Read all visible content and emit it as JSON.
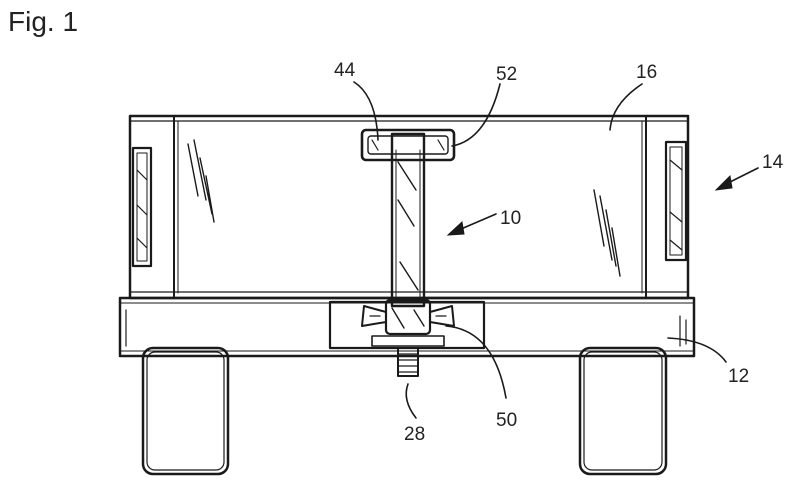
{
  "figure": {
    "title": "Fig. 1",
    "labels": {
      "r44": "44",
      "r52": "52",
      "r16": "16",
      "r14": "14",
      "r10": "10",
      "r12": "12",
      "r28": "28",
      "r50": "50"
    }
  }
}
